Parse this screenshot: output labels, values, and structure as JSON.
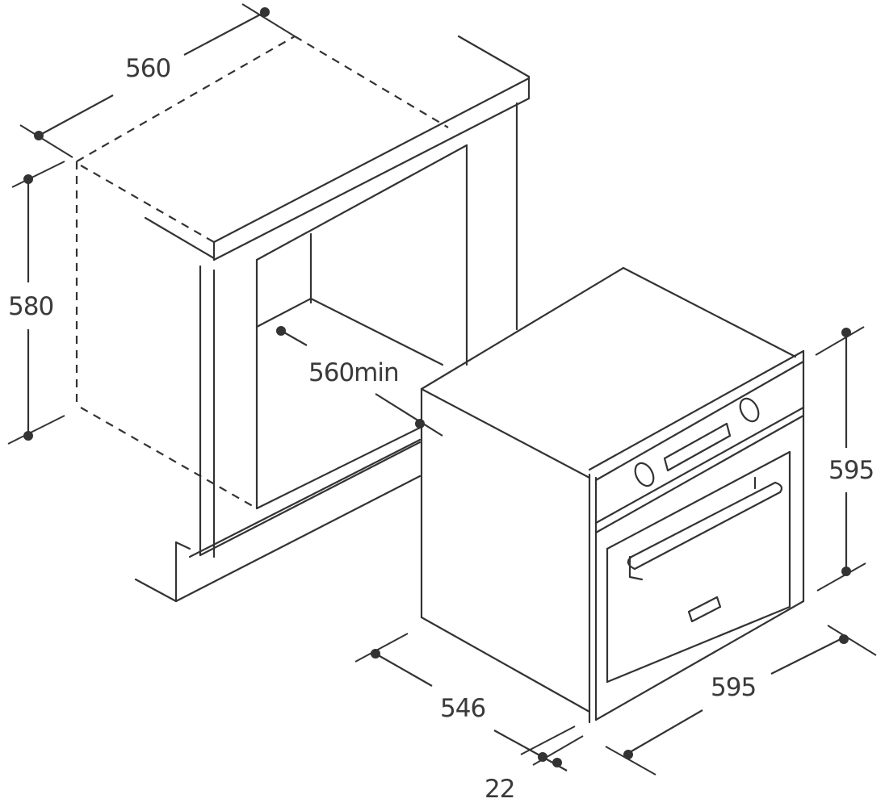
{
  "dimensions": {
    "cabinet_width": "560",
    "cabinet_height": "580",
    "cabinet_depth_min": "560min",
    "oven_height": "595",
    "oven_width": "595",
    "oven_depth": "546",
    "door_thickness": "22"
  },
  "colors": {
    "line": "#333333",
    "label": "#3a3a3a",
    "background": "#ffffff"
  }
}
